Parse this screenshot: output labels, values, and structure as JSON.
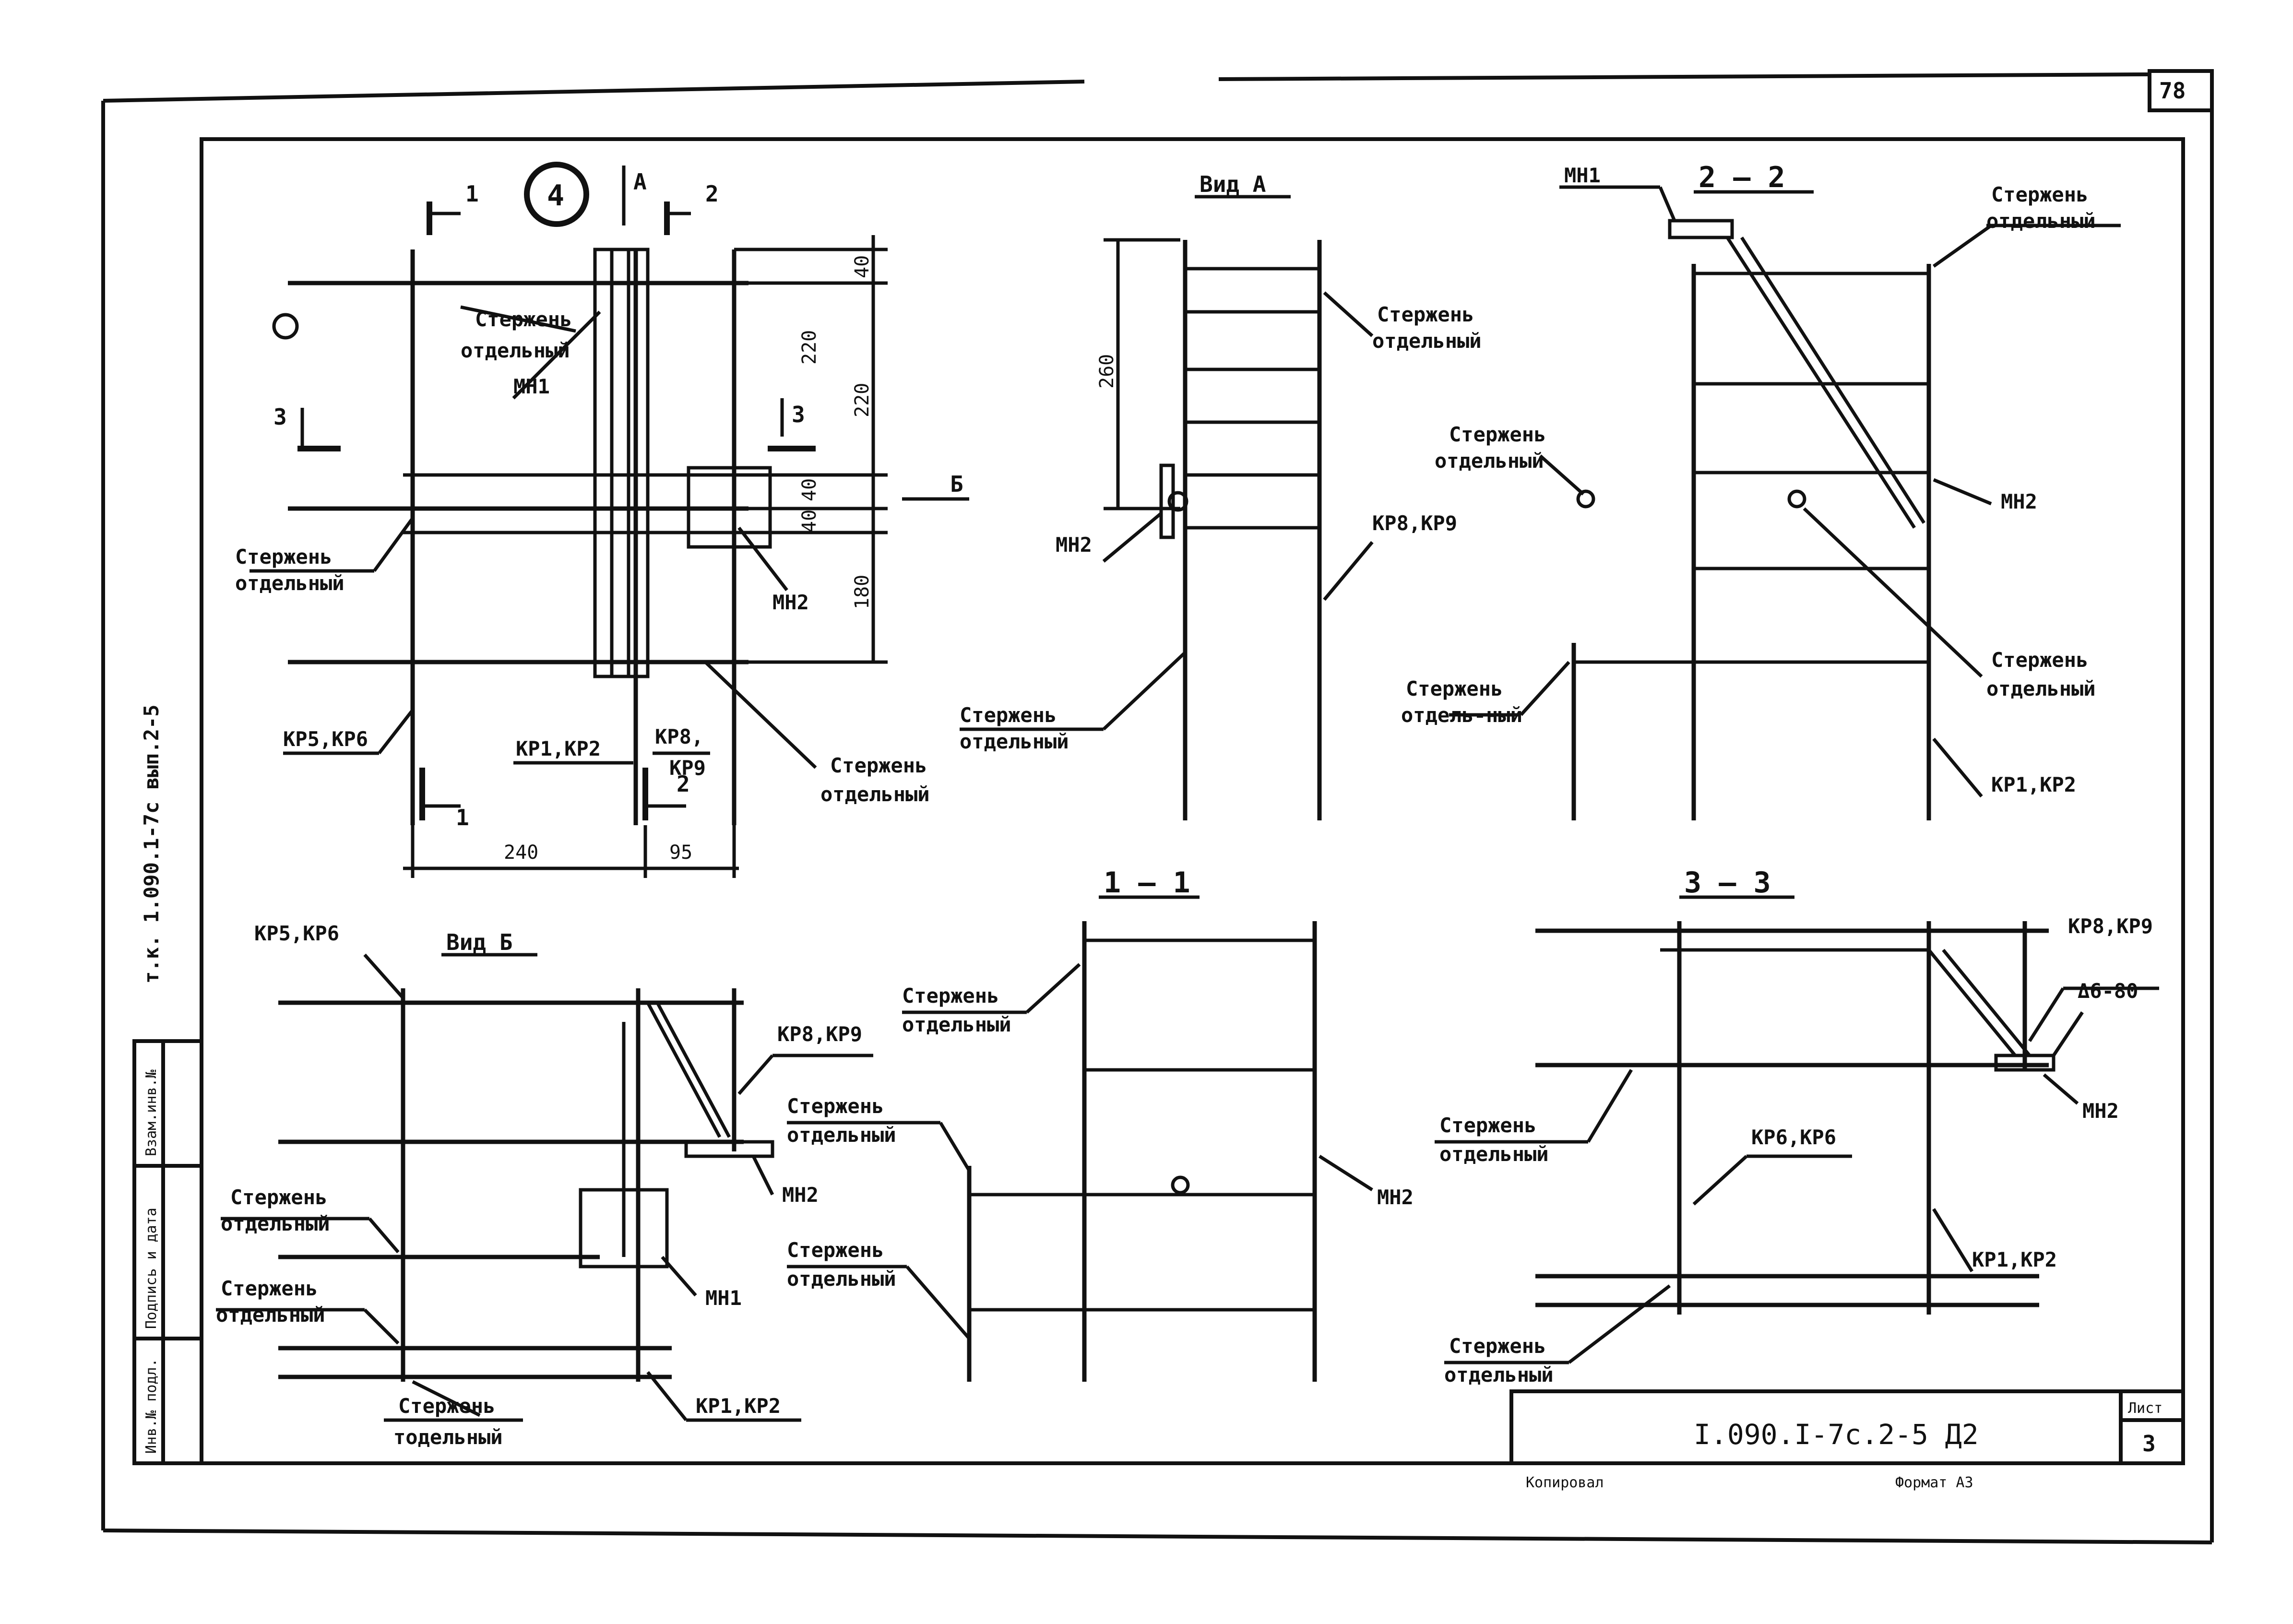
{
  "sheet": {
    "page_number": "78",
    "side_label": "т.к. 1.090.1-7с вып.2-5",
    "stamp": {
      "designation": "I.090.I-7c.2-5 Д2",
      "list_label": "Лист",
      "list_value": "3",
      "copied": "Копировал",
      "format": "Формат А3"
    },
    "margin_columns": [
      "Инв.№ подл.",
      "Подпись и дата",
      "Взам.инв.№"
    ]
  },
  "drawing": {
    "node_number": "4",
    "cut_labels": {
      "cut1": "1",
      "cutA": "А",
      "cut2": "2",
      "cut3": "3",
      "cutB": "Б"
    },
    "dims": {
      "d40_top": "40",
      "d220_a": "220",
      "d220_b": "220",
      "d40_mid": "40",
      "d40_mid2": "40",
      "d180": "180",
      "d240": "240",
      "d95": "95",
      "d260": "260"
    },
    "views": {
      "view_a": "Вид  А",
      "view_b": "Вид  Б",
      "sec_1": "1 — 1",
      "sec_2": "2 — 2",
      "sec_3": "3 — 3"
    },
    "labels": {
      "rod_line1": "Стержень",
      "rod_line2": "отдельный",
      "rod_line2_alt": "отдель-ный",
      "rod_line2_typo": "тодельный",
      "mn1": "МН1",
      "mn2": "МН2",
      "kr1_kr2": "КР1,КР2",
      "kr5_kr6": "КР5,КР6",
      "kr6_kr6": "КР6,КР6",
      "kr8_kr9": "КР8,КР9",
      "kr8": "КР8,",
      "kr9": "КР9",
      "weld": "Δ6-80"
    }
  }
}
